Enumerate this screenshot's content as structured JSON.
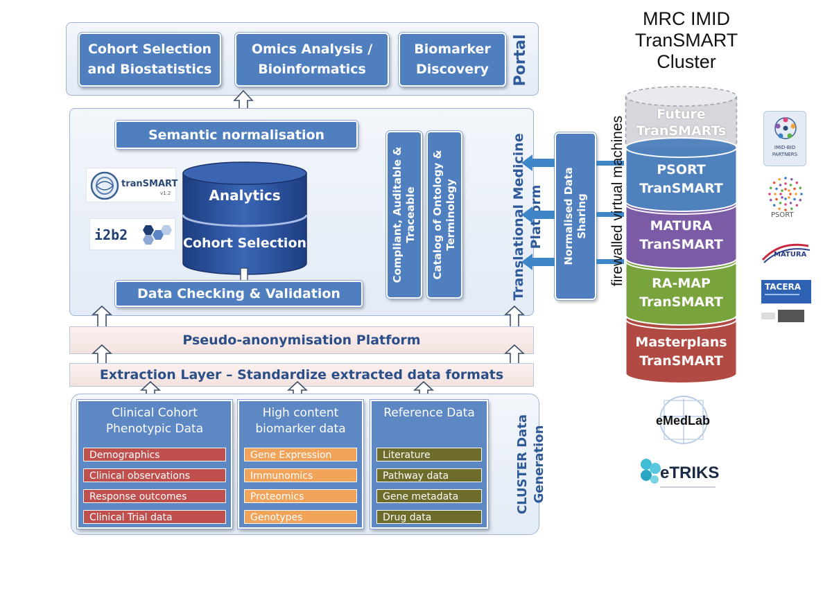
{
  "portal": {
    "label": "Portal",
    "boxes": [
      {
        "line1": "Cohort Selection",
        "line2": "and Biostatistics"
      },
      {
        "line1": "Omics Analysis /",
        "line2": "Bioinformatics"
      },
      {
        "line1": "Biomarker",
        "line2": "Discovery"
      }
    ]
  },
  "platform": {
    "label_line1": "Translational Medicine",
    "label_line2": "Platform",
    "semantic": "Semantic normalisation",
    "analytics": "Analytics",
    "cohort": "Cohort Selection",
    "checking": "Data Checking & Validation",
    "compliant_line1": "Compliant, Auditable &",
    "compliant_line2": "Traceable",
    "catalog_line1": "Catalog of Ontology &",
    "catalog_line2": "Terminology",
    "transmart_logo": "tranSMART",
    "transmart_version": "v1.2",
    "i2b2_logo": "i2b2"
  },
  "sharing": {
    "line1": "Normalised Data",
    "line2": "Sharing"
  },
  "pseudo": "Pseudo-anonymisation Platform",
  "extraction": "Extraction Layer – Standardize extracted data formats",
  "generation": {
    "label_line1": "CLUSTER Data",
    "label_line2": "Generation",
    "columns": [
      {
        "title_line1": "Clinical Cohort",
        "title_line2": "Phenotypic Data",
        "items": [
          "Demographics",
          "Clinical observations",
          "Response outcomes",
          "Clinical Trial data"
        ]
      },
      {
        "title_line1": "High content",
        "title_line2": "biomarker data",
        "items": [
          "Gene Expression",
          "Immunomics",
          "Proteomics",
          "Genotypes"
        ]
      },
      {
        "title_line1": "Reference Data",
        "title_line2": "",
        "items": [
          "Literature",
          "Pathway data",
          "Gene metadata",
          "Drug data"
        ]
      }
    ]
  },
  "cluster": {
    "title_line1": "MRC IMID",
    "title_line2": "TranSMART",
    "title_line3": "Cluster",
    "side_label": "firewalled virtual machines",
    "future_line1": "Future",
    "future_line2": "TranSMARTs",
    "layers": [
      {
        "line1": "PSORT",
        "line2": "TranSMART",
        "color": "#4f81bd"
      },
      {
        "line1": "MATURA",
        "line2": "TranSMART",
        "color": "#7b5aa6"
      },
      {
        "line1": "RA-MAP",
        "line2": "TranSMART",
        "color": "#78a33d"
      },
      {
        "line1": "Masterplans",
        "line2": "TranSMART",
        "color": "#b04a43"
      }
    ]
  },
  "partners": {
    "imid_bio_line1": "IMID-BIO",
    "imid_bio_line2": "PARTNERS",
    "psort": "PSORT",
    "matura": "MATURA",
    "tacera": "TACERA",
    "emedlab": "eMedLab",
    "etriks": "eTRIKS"
  }
}
